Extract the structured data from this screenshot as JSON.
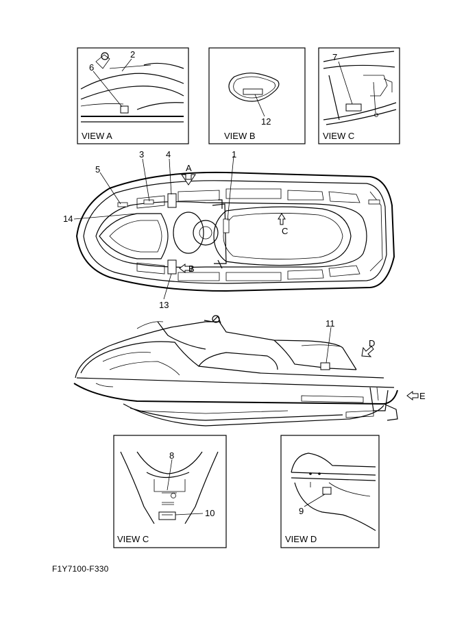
{
  "views": {
    "a": "VIEW A",
    "b": "VIEW B",
    "c_top": "VIEW C",
    "c_bottom": "VIEW C",
    "d": "VIEW D"
  },
  "markers": {
    "a": "A",
    "b": "B",
    "c": "C",
    "d": "D",
    "e": "E"
  },
  "callouts": {
    "n1": "1",
    "n2": "2",
    "n3": "3",
    "n4": "4",
    "n5": "5",
    "n6": "6",
    "n7": "7",
    "n8": "8",
    "n9": "9",
    "n10": "10",
    "n11": "11",
    "n12": "12",
    "n13": "13",
    "n14": "14"
  },
  "drawing_code": "F1Y7100-F330"
}
